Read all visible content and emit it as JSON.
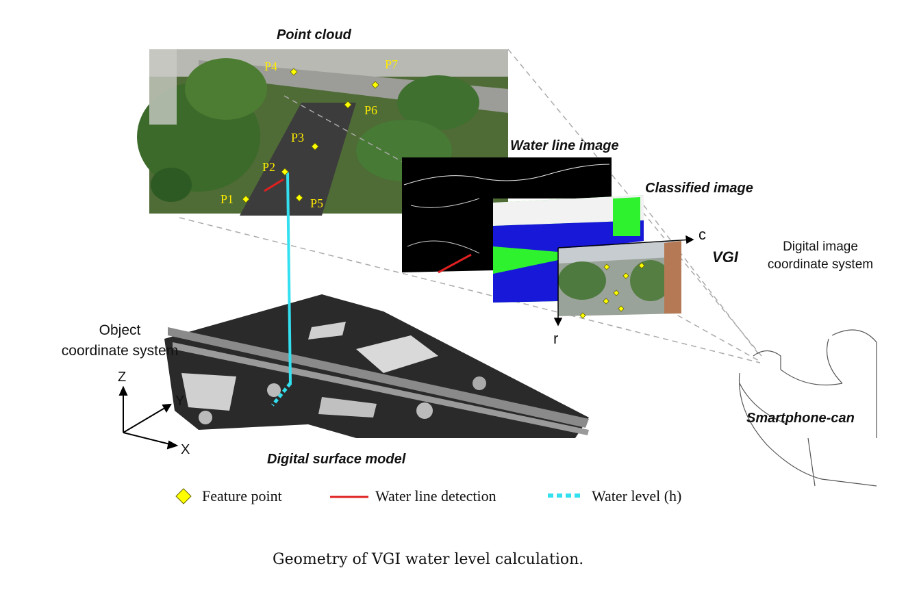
{
  "titles": {
    "point_cloud": "Point cloud",
    "water_line_image": "Water line image",
    "classified_image": "Classified image",
    "vgi": "VGI",
    "dsm": "Digital surface model",
    "smartphone": "Smartphone-can"
  },
  "labels": {
    "digital_image_cs_line1": "Digital image",
    "digital_image_cs_line2": "coordinate system",
    "object_cs_line1": "Object",
    "object_cs_line2": "coordinate system",
    "axis_c": "c",
    "axis_r": "r",
    "axis_x": "X",
    "axis_y": "Y",
    "axis_z": "Z"
  },
  "feature_points": [
    "P1",
    "P2",
    "P3",
    "P4",
    "P5",
    "P6",
    "P7"
  ],
  "legend": {
    "feature_point": "Feature point",
    "water_line": "Water line detection",
    "water_level": "Water level (h)"
  },
  "colors": {
    "feature_point": "#ffff00",
    "water_line": "#e02020",
    "water_level": "#33e0f0",
    "classified_green": "#2ef22e",
    "classified_blue": "#1818d8"
  },
  "caption": "Geometry of VGI water level calculation."
}
